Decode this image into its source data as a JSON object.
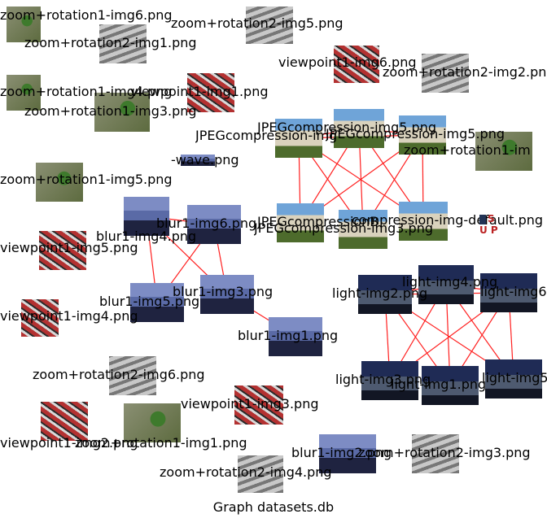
{
  "title": "Graph datasets.db",
  "palette": {
    "edge": "#ff2020",
    "label": "#000000",
    "bg": "#ffffff",
    "thumb_tones": {
      "zoom_rot1": [
        "#5d6b3f",
        "#8a8f73"
      ],
      "zoom_rot2": [
        "#777777",
        "#c8c8c8"
      ],
      "viewpoint": [
        "#b33131",
        "#d8d8d8"
      ],
      "jpeg": [
        "#4a7fb8",
        "#d9d2bd"
      ],
      "blur": [
        "#5a6aa6",
        "#1f2340"
      ],
      "light": [
        "#1f2b55",
        "#4e5a70"
      ]
    }
  },
  "logo_text": "S U P",
  "nodes": [
    {
      "id": "n1",
      "label": "zoom+rotation1-img6.png",
      "tone": "zoom_rot1",
      "icon": "foliage-photo"
    },
    {
      "id": "n2",
      "label": "zoom+rotation2-img1.png",
      "tone": "zoom_rot2",
      "icon": "grayscale-photo"
    },
    {
      "id": "n3",
      "label": "zoom+rotation2-img5.png",
      "tone": "zoom_rot2",
      "icon": "grayscale-photo"
    },
    {
      "id": "n4",
      "label": "viewpoint1-img6.png",
      "tone": "viewpoint",
      "icon": "graffiti-photo"
    },
    {
      "id": "n5",
      "label": "zoom+rotation2-img2.png",
      "tone": "zoom_rot2",
      "icon": "grayscale-photo"
    },
    {
      "id": "n6",
      "label": "zoom+rotation1-img4.png",
      "tone": "zoom_rot1",
      "icon": "foliage-photo"
    },
    {
      "id": "n7",
      "label": "viewpoint1-img1.png",
      "tone": "viewpoint",
      "icon": "graffiti-photo"
    },
    {
      "id": "n8",
      "label": "zoom+rotation1-img3.png",
      "tone": "zoom_rot1",
      "icon": "foliage-photo"
    },
    {
      "id": "n9",
      "label": "JPEGcompression-img",
      "tone": "jpeg",
      "icon": "building-photo"
    },
    {
      "id": "n10",
      "label": "JPEGcompression-img5.png",
      "tone": "jpeg",
      "icon": "building-photo"
    },
    {
      "id": "n11",
      "label": "JPEGcompression-img5.png",
      "tone": "jpeg",
      "icon": "building-photo"
    },
    {
      "id": "n12",
      "label": "zoom+rotation1-im",
      "tone": "zoom_rot1",
      "icon": "foliage-photo"
    },
    {
      "id": "n13",
      "label": "-wave.png",
      "tone": "blur",
      "icon": "wave-photo"
    },
    {
      "id": "n14",
      "label": "zoom+rotation1-img5.png",
      "tone": "zoom_rot1",
      "icon": "foliage-photo"
    },
    {
      "id": "n15",
      "label": "JPEGcompressionB",
      "tone": "jpeg",
      "icon": "building-photo"
    },
    {
      "id": "n16",
      "label": "JPEGcompression-img3.png",
      "tone": "jpeg",
      "icon": "building-photo"
    },
    {
      "id": "n17",
      "label": "compression-img-default.png",
      "tone": "jpeg",
      "icon": "building-photo"
    },
    {
      "id": "n18",
      "label": "blur1-img6.png",
      "tone": "blur",
      "icon": "bikes-photo"
    },
    {
      "id": "n19",
      "label": "blur1-img4.png",
      "tone": "blur",
      "icon": "bikes-photo"
    },
    {
      "id": "n20",
      "label": "viewpoint1-img5.png",
      "tone": "viewpoint",
      "icon": "graffiti-photo"
    },
    {
      "id": "n21",
      "label": "blur1-img3.png",
      "tone": "blur",
      "icon": "bikes-photo"
    },
    {
      "id": "n22",
      "label": "blur1-img5.png",
      "tone": "blur",
      "icon": "bikes-photo"
    },
    {
      "id": "n23",
      "label": "blur1-img1.png",
      "tone": "blur",
      "icon": "bikes-photo"
    },
    {
      "id": "n24",
      "label": "viewpoint1-img4.png",
      "tone": "viewpoint",
      "icon": "graffiti-photo"
    },
    {
      "id": "n25",
      "label": "light-img2.png",
      "tone": "light",
      "icon": "street-photo"
    },
    {
      "id": "n26",
      "label": "light-img4.png",
      "tone": "light",
      "icon": "street-photo"
    },
    {
      "id": "n27",
      "label": "light-img6.png",
      "tone": "light",
      "icon": "street-photo"
    },
    {
      "id": "n28",
      "label": "light-img3.png",
      "tone": "light",
      "icon": "street-photo"
    },
    {
      "id": "n29",
      "label": "light-img1.png",
      "tone": "light",
      "icon": "street-photo"
    },
    {
      "id": "n30",
      "label": "light-img5.png",
      "tone": "light",
      "icon": "street-photo"
    },
    {
      "id": "n31",
      "label": "zoom+rotation2-img6.png",
      "tone": "zoom_rot2",
      "icon": "grayscale-photo"
    },
    {
      "id": "n32",
      "label": "viewpoint1-img3.png",
      "tone": "viewpoint",
      "icon": "graffiti-photo"
    },
    {
      "id": "n33",
      "label": "viewpoint1-img2.png",
      "tone": "viewpoint",
      "icon": "graffiti-photo"
    },
    {
      "id": "n34",
      "label": "zoom+rotation1-img1.png",
      "tone": "zoom_rot1",
      "icon": "foliage-photo"
    },
    {
      "id": "n35",
      "label": "blur1-img2.png",
      "tone": "blur",
      "icon": "bikes-photo"
    },
    {
      "id": "n36",
      "label": "zoom+rotation2-img3.png",
      "tone": "zoom_rot2",
      "icon": "grayscale-photo"
    },
    {
      "id": "n37",
      "label": "zoom+rotation2-img4.png",
      "tone": "zoom_rot2",
      "icon": "grayscale-photo"
    }
  ],
  "edges": [
    [
      "n9",
      "n10"
    ],
    [
      "n9",
      "n11"
    ],
    [
      "n10",
      "n11"
    ],
    [
      "n9",
      "n15"
    ],
    [
      "n9",
      "n16"
    ],
    [
      "n9",
      "n17"
    ],
    [
      "n10",
      "n15"
    ],
    [
      "n10",
      "n16"
    ],
    [
      "n10",
      "n17"
    ],
    [
      "n11",
      "n15"
    ],
    [
      "n11",
      "n16"
    ],
    [
      "n11",
      "n17"
    ],
    [
      "n18",
      "n19"
    ],
    [
      "n18",
      "n21"
    ],
    [
      "n18",
      "n22"
    ],
    [
      "n19",
      "n21"
    ],
    [
      "n19",
      "n22"
    ],
    [
      "n21",
      "n23"
    ],
    [
      "n25",
      "n26"
    ],
    [
      "n25",
      "n27"
    ],
    [
      "n26",
      "n27"
    ],
    [
      "n25",
      "n28"
    ],
    [
      "n25",
      "n29"
    ],
    [
      "n25",
      "n30"
    ],
    [
      "n26",
      "n28"
    ],
    [
      "n26",
      "n29"
    ],
    [
      "n26",
      "n30"
    ],
    [
      "n27",
      "n28"
    ],
    [
      "n27",
      "n29"
    ],
    [
      "n27",
      "n30"
    ]
  ]
}
